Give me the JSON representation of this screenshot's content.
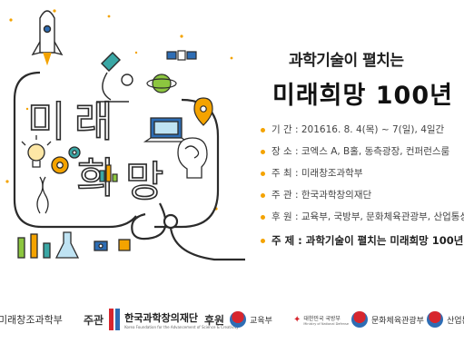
{
  "poster": {
    "title_line1": "과학기술이 펼치는",
    "title_line2": "미래희망 100년",
    "art_letters": {
      "mi": "미",
      "rae": "래",
      "hui": "희",
      "mang": "망"
    }
  },
  "info": {
    "items": [
      {
        "label": "기 간 : 201616. 8. 4(목) ~ 7(일), 4일간"
      },
      {
        "label": "장 소 : 코엑스 A, B홀, 동측광장, 컨퍼런스룸"
      },
      {
        "label": "주 최 : 미래창조과학부"
      },
      {
        "label": "주 관 : 한국과학창의재단"
      },
      {
        "label": "후 원 : 교육부, 국방부, 문화체육관광부, 산업통상자원부"
      },
      {
        "label": "주 제 : 과학기술이 펼치는 미래희망 100년"
      }
    ]
  },
  "footer": {
    "host_org": "미래창조과학부",
    "organizer_label": "주관",
    "organizer_name": "한국과학창의재단",
    "organizer_sub": "Korea Foundation for the Advancement of Science & Creativity",
    "sponsor_label": "후원",
    "sponsors": {
      "edu": "교육부",
      "defense": "대한민국 국방부",
      "defense_sub": "Ministry of National Defense",
      "culture": "문화체육관광부",
      "industry": "산업통상자원부"
    }
  },
  "colors": {
    "accent": "#f4a300",
    "line": "#2b2b2b",
    "blue": "#2e6db4",
    "teal": "#3aa7a5",
    "green": "#8cc63f"
  },
  "icons": [
    "rocket-icon",
    "satellite-icon",
    "microscope-icon",
    "lightbulb-icon",
    "gear-icon",
    "laptop-icon",
    "map-pin-icon",
    "robot-icon",
    "flask-icon",
    "brain-head-icon",
    "planet-icon",
    "chart-icon"
  ]
}
